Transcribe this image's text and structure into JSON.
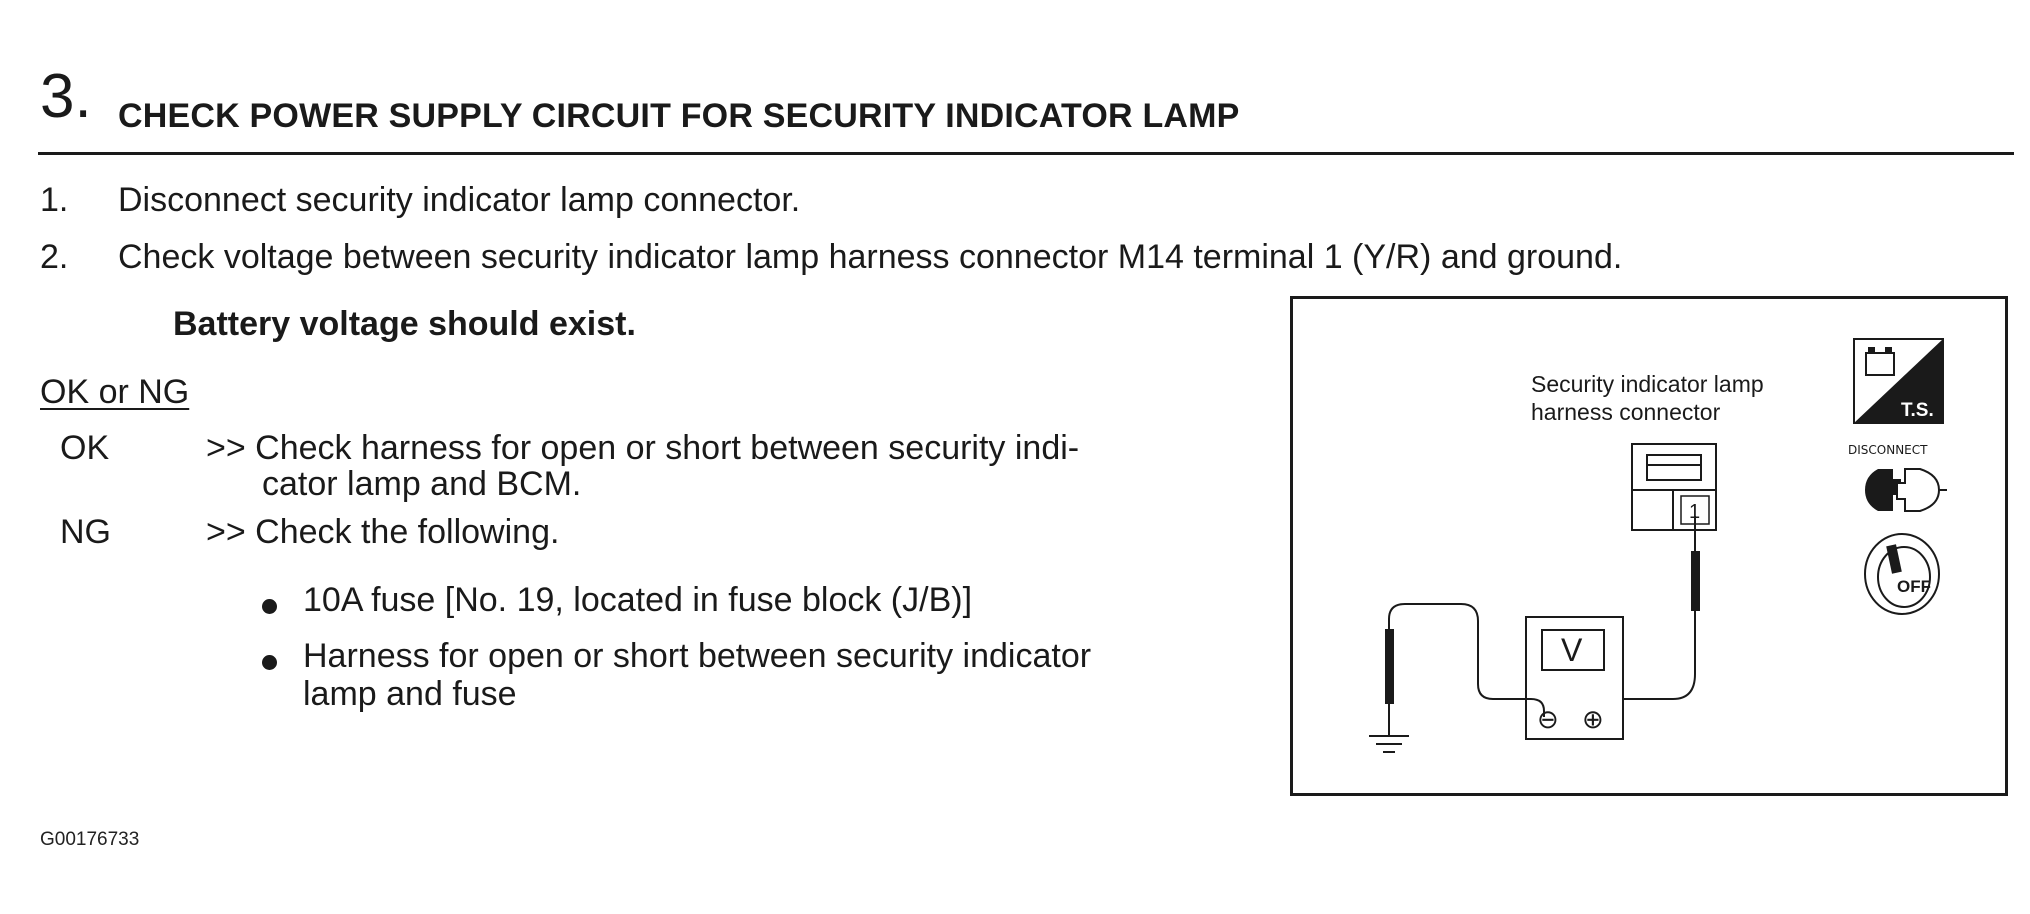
{
  "heading": {
    "number": "3",
    "dot": ".",
    "title": "CHECK POWER SUPPLY CIRCUIT FOR SECURITY INDICATOR LAMP"
  },
  "steps": [
    {
      "num": "1.",
      "text": "Disconnect security indicator lamp connector."
    },
    {
      "num": "2.",
      "text": "Check voltage between security indicator lamp harness connector M14 terminal 1 (Y/R) and ground."
    }
  ],
  "note": "Battery voltage should exist.",
  "ok_ng_label": "OK or NG",
  "results": {
    "ok": {
      "label": "OK",
      "line1": ">> Check harness for open or short between security indi-",
      "line2": "cator lamp and BCM."
    },
    "ng": {
      "label": "NG",
      "line1": ">> Check the following.",
      "bullets": [
        {
          "line1": "10A fuse [No. 19, located in fuse block (J/B)]"
        },
        {
          "line1": "Harness for open or short between security indicator",
          "line2": "lamp and fuse"
        }
      ]
    }
  },
  "diagram": {
    "connector_label_line1": "Security indicator lamp",
    "connector_label_line2": "harness connector",
    "terminal": "1",
    "meter_symbol": "V",
    "meter_neg": "⊖",
    "meter_pos": "⊕",
    "icon_ts_label": "T.S.",
    "icon_disconnect_label": "DISCONNECT",
    "icon_off_label": "OFF"
  },
  "figure_id": "G00176733"
}
